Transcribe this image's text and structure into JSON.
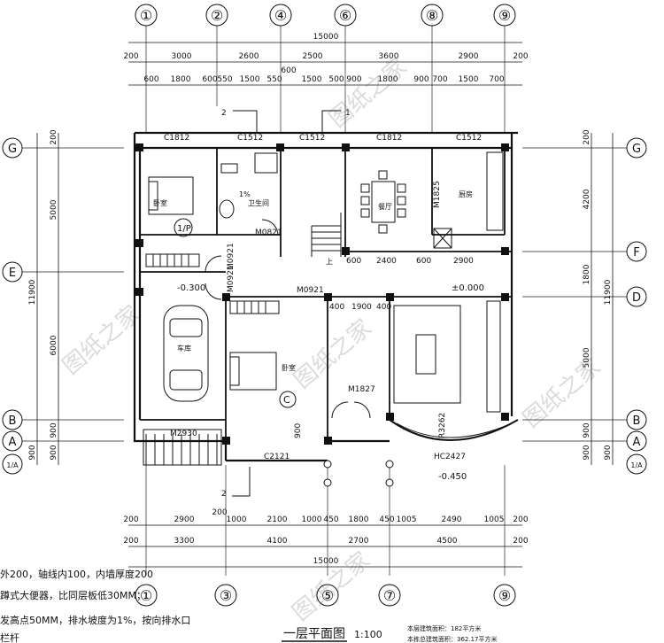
{
  "title": "一层平面图",
  "scale": "1:100",
  "area_lines": [
    "本层建筑面积：182平方米",
    "本栋总建筑面积：362.17平方米"
  ],
  "notes": [
    "外200，轴线内100，内墙厚度200",
    "蹲式大便器，比同层板低30MM；",
    "发高点50MM，排水坡度为1%，按向排水口",
    "栏杆"
  ],
  "watermark": "图纸之家",
  "axes": {
    "top": [
      "①",
      "②",
      "④",
      "⑥",
      "⑧",
      "⑨"
    ],
    "bottom": [
      "①",
      "③",
      "⑤",
      "⑦",
      "⑨"
    ],
    "sides": [
      "G",
      "E",
      "F",
      "D",
      "B",
      "A",
      "1/A"
    ]
  },
  "dims": {
    "top_total": "15000",
    "top_segments": [
      "3000",
      "2600",
      "2500",
      "3600",
      "2900"
    ],
    "top_edges": [
      "200",
      "200"
    ],
    "top_details": [
      "600",
      "1800",
      "600",
      "550",
      "1500",
      "550",
      "1500",
      "500",
      "900",
      "1800",
      "900",
      "700",
      "1500",
      "700"
    ],
    "top_extra": "600",
    "bottom_total": "15000",
    "bottom_segments": [
      "3300",
      "4100",
      "2700",
      "4500"
    ],
    "bottom_details": [
      "2900",
      "1000",
      "2100",
      "1000",
      "450",
      "1800",
      "450",
      "1005",
      "2490",
      "1005"
    ],
    "bottom_edges": [
      "200",
      "200"
    ],
    "bottom_corner": "200",
    "left_total": "11900",
    "left_segments": [
      "5000",
      "6000",
      "900",
      "900"
    ],
    "left_edge": "200",
    "right_total": "11900",
    "right_segments": [
      "4200",
      "1800",
      "5000",
      "900",
      "900"
    ],
    "right_edge": "200",
    "interior": [
      "2400",
      "600",
      "2900",
      "600",
      "1900",
      "400",
      "400",
      "900"
    ]
  },
  "rooms": {
    "bedroom1": "卧室",
    "bathroom": "卫生间",
    "dining": "餐厅",
    "kitchen": "厨房",
    "garage": "车库",
    "bedroom2": "卧室"
  },
  "tags": [
    "C1812",
    "C1512",
    "C1512",
    "C1812",
    "C1512",
    "M1825",
    "M0821",
    "M0921",
    "M0921",
    "M0921",
    "M1827",
    "M2930",
    "C2121",
    "HC2427",
    "R3262"
  ],
  "levels": [
    "-0.300",
    "±0.000",
    "-0.450"
  ],
  "section_marks": [
    "2",
    "1",
    "2"
  ],
  "misc": [
    "1/P",
    "C",
    "上",
    "1%"
  ]
}
